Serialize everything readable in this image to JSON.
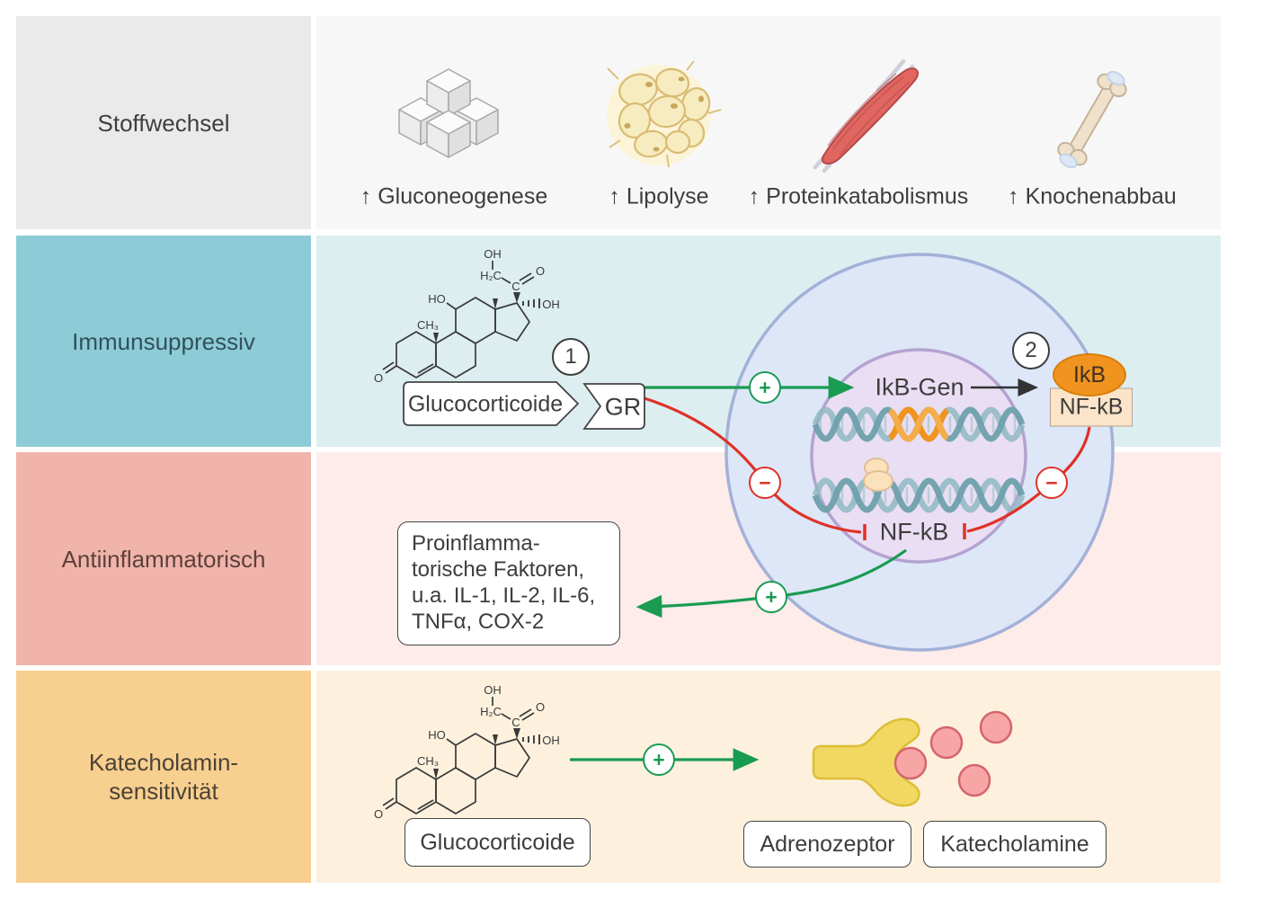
{
  "rows": [
    {
      "label": "Stoffwechsel"
    },
    {
      "label": "Immunsuppressiv"
    },
    {
      "label": "Antiinflammatorisch"
    },
    {
      "label_line1": "Katecholamin-",
      "label_line2": "sensitivität"
    }
  ],
  "metabolism": {
    "items": [
      {
        "icon": "sugar-cubes-icon",
        "label": "↑ Gluconeogenese"
      },
      {
        "icon": "fat-cells-icon",
        "label": "↑ Lipolyse"
      },
      {
        "icon": "muscle-icon",
        "label": "↑ Proteinkatabolismus"
      },
      {
        "icon": "bone-icon",
        "label": "↑ Knochenabbau"
      }
    ]
  },
  "immunosuppressive": {
    "step_1": "1",
    "step_2": "2",
    "glucocorticoide_label": "Glucocorticoide",
    "gr_label": "GR",
    "ikb_gen_label": "IkB-Gen",
    "ikb_label": "IkB",
    "nfkb_complex_label": "NF-kB",
    "plus": "+",
    "minus": "−"
  },
  "antiinflammatory": {
    "nfkb_nucleus_label": "NF-kB",
    "box_lines": [
      "Proinflamma-",
      "torische Faktoren,",
      "u.a. IL-1, IL-2, IL-6,",
      "TNFα, COX-2"
    ],
    "plus": "+",
    "minus": "−"
  },
  "catecholamine": {
    "glucocorticoide_label": "Glucocorticoide",
    "adrenozeptor_label": "Adrenozeptor",
    "katecholamine_label": "Katecholamine",
    "plus": "+"
  },
  "molecule": {
    "oh_top": "OH",
    "h2c": "H₂C",
    "c": "C",
    "o_keto_side": "O",
    "ho": "HO",
    "oh_side": "OH",
    "ch3": "CH₃",
    "o_bottom": "O"
  },
  "colors": {
    "green_arrow": "#1a9b52",
    "red_arrow": "#e03127",
    "gray_label_bg": "#eaeaea",
    "teal_label_bg": "#8dccd7",
    "salmon_label_bg": "#f0b4ab",
    "orange_label_bg": "#f7cf8f",
    "cell_fill": "#dde7f8",
    "cell_stroke": "#a3b1d8",
    "nucleus_fill": "#e9def3",
    "nucleus_stroke": "#b4a3d0",
    "ikb_orange": "#f0941f",
    "nfkb_peach": "#fbe4c9",
    "dna_teal": "#6fa0ad",
    "dna_orange": "#f0941f",
    "receptor_yellow": "#f1d863",
    "catecholamine_pink": "#f7a6a5"
  }
}
